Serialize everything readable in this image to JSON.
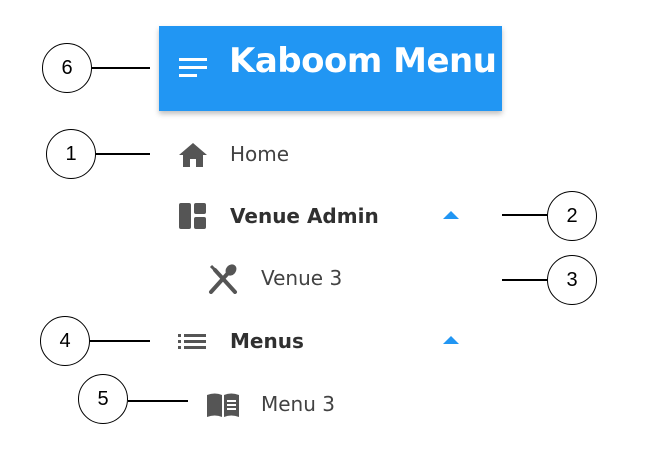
{
  "app": {
    "title": "Kaboom Menu"
  },
  "nav": {
    "home": "Home",
    "venue_admin": "Venue Admin",
    "venue_3": "Venue 3",
    "menus": "Menus",
    "menu_3": "Menu 3"
  },
  "callouts": [
    "1",
    "2",
    "3",
    "4",
    "5",
    "6"
  ],
  "colors": {
    "accent": "#2196f3",
    "icon": "#555555",
    "text": "#424242"
  },
  "icons": {
    "header": "hamburger-icon",
    "home": "home-icon",
    "venue_admin": "dashboard-icon",
    "venue_3": "fork-spoon-icon",
    "menus": "list-icon",
    "menu_3": "menu-book-icon"
  }
}
